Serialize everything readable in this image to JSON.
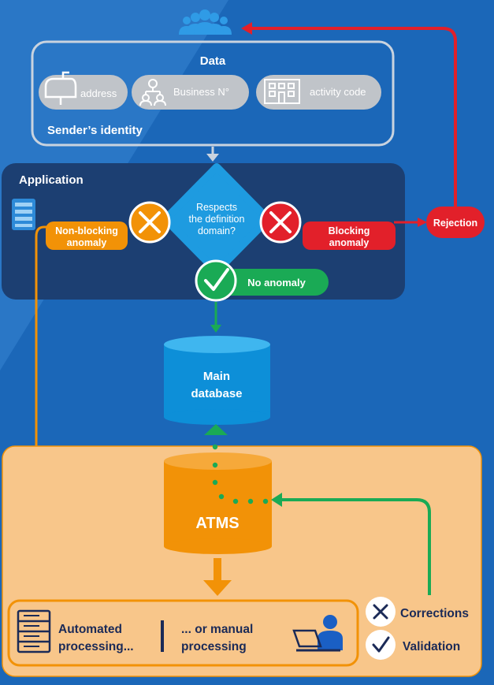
{
  "data_box": {
    "title": "Data",
    "items": [
      {
        "label": "address",
        "icon": "mailbox-icon"
      },
      {
        "label": "Business N°",
        "icon": "org-chart-icon"
      },
      {
        "label": "activity code",
        "icon": "building-icon"
      }
    ],
    "footer": "Sender’s identity"
  },
  "application": {
    "title": "Application",
    "decision_lines": [
      "Respects",
      "the definition",
      "domain?"
    ],
    "non_blocking_lines": [
      "Non-blocking",
      "anomaly"
    ],
    "blocking_lines": [
      "Blocking",
      "anomaly"
    ],
    "no_anomaly": "No anomaly"
  },
  "rejection": "Rejection",
  "main_db_lines": [
    "Main",
    "database"
  ],
  "atms": "ATMS",
  "processing": {
    "automated_lines": [
      "Automated",
      "processing..."
    ],
    "manual_lines": [
      "... or manual",
      "processing"
    ]
  },
  "actions": {
    "corrections": "Corrections",
    "validation": "Validation"
  },
  "colors": {
    "background": "#1b67b8",
    "application_panel": "#1c3f72",
    "diamond": "#1e9be0",
    "orange": "#f29207",
    "red": "#e2202a",
    "green": "#1aaa55",
    "peach_panel": "#f8c68a",
    "navy_text": "#1b2a57"
  }
}
